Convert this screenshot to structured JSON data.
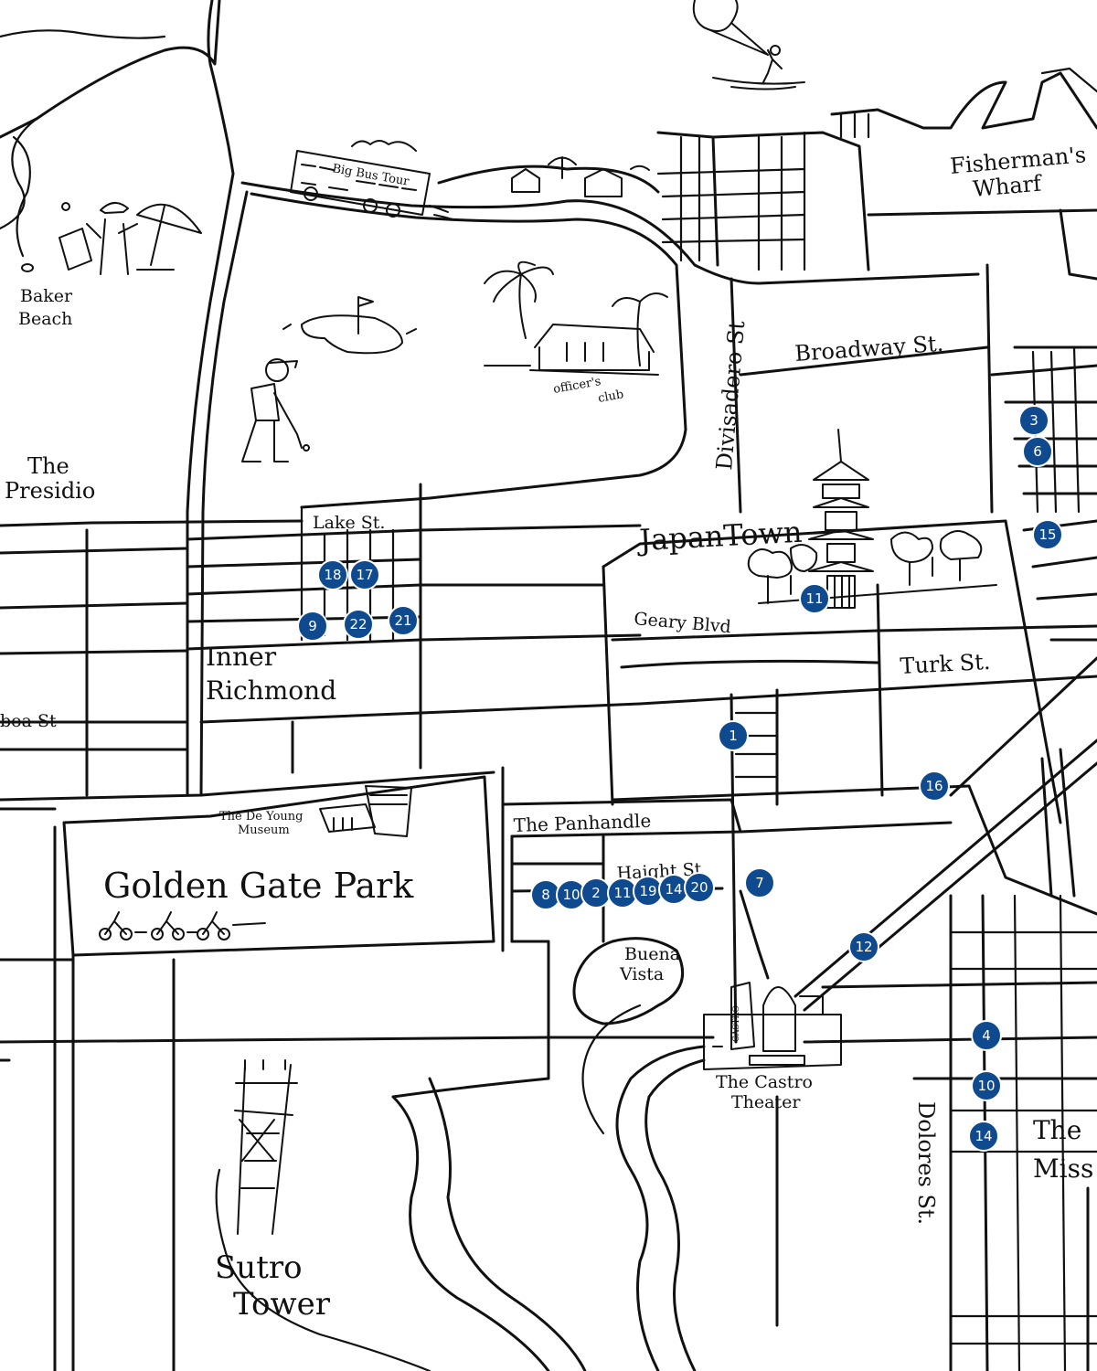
{
  "colors": {
    "marker": "#0f4a8f",
    "ink": "#111111",
    "paper": "#ffffff"
  },
  "labels": {
    "fishermans_wharf_1": "Fisherman's",
    "fishermans_wharf_2": "Wharf",
    "baker_beach_1": "Baker",
    "baker_beach_2": "Beach",
    "big_bus_tour": "Big Bus Tour",
    "officers_club_1": "officer's",
    "officers_club_2": "club",
    "broadway_st": "Broadway St.",
    "divisadero_st": "Divisadero St",
    "presidio_1": "The",
    "presidio_2": "Presidio",
    "lake_st": "Lake St.",
    "japantown": "JapanTown",
    "geary_blvd": "Geary Blvd",
    "inner_richmond_1": "Inner",
    "inner_richmond_2": "Richmond",
    "turk_st": "Turk St.",
    "balboa_st": "boa St",
    "de_young_1": "The De Young",
    "de_young_2": "Museum",
    "panhandle": "The Panhandle",
    "golden_gate_park": "Golden Gate Park",
    "haight_st": "Haight St",
    "buena_vista_1": "Buena",
    "buena_vista_2": "Vista",
    "castro_theater_1": "The Castro",
    "castro_theater_2": "Theater",
    "castro_sign": "CASTRO",
    "dolores_st": "Dolores St.",
    "mission_1": "The",
    "mission_2": "Miss",
    "sutro_tower_1": "Sutro",
    "sutro_tower_2": "Tower"
  },
  "markers": [
    {
      "id": "marker-3",
      "label": "3"
    },
    {
      "id": "marker-6",
      "label": "6"
    },
    {
      "id": "marker-15",
      "label": "15"
    },
    {
      "id": "marker-18",
      "label": "18"
    },
    {
      "id": "marker-17",
      "label": "17"
    },
    {
      "id": "marker-9",
      "label": "9"
    },
    {
      "id": "marker-22",
      "label": "22"
    },
    {
      "id": "marker-21",
      "label": "21"
    },
    {
      "id": "marker-11-japantown",
      "label": "11"
    },
    {
      "id": "marker-1",
      "label": "1"
    },
    {
      "id": "marker-16",
      "label": "16"
    },
    {
      "id": "marker-7",
      "label": "7"
    },
    {
      "id": "marker-8",
      "label": "8"
    },
    {
      "id": "marker-10-haight",
      "label": "10"
    },
    {
      "id": "marker-2",
      "label": "2"
    },
    {
      "id": "marker-11-haight",
      "label": "11"
    },
    {
      "id": "marker-19",
      "label": "19"
    },
    {
      "id": "marker-14-haight",
      "label": "14"
    },
    {
      "id": "marker-20",
      "label": "20"
    },
    {
      "id": "marker-12",
      "label": "12"
    },
    {
      "id": "marker-4",
      "label": "4"
    },
    {
      "id": "marker-10-mission",
      "label": "10"
    },
    {
      "id": "marker-14-mission",
      "label": "14"
    }
  ],
  "icons": [
    "kitesurfer-icon",
    "bus-icon",
    "beach-umbrella-icon",
    "golfer-icon",
    "golf-green-icon",
    "palm-tree-icon",
    "clubhouse-icon",
    "pagoda-icon",
    "tree-icon",
    "museum-icon",
    "cyclist-icon",
    "castro-theater-icon",
    "sutro-tower-icon",
    "house-icon"
  ]
}
